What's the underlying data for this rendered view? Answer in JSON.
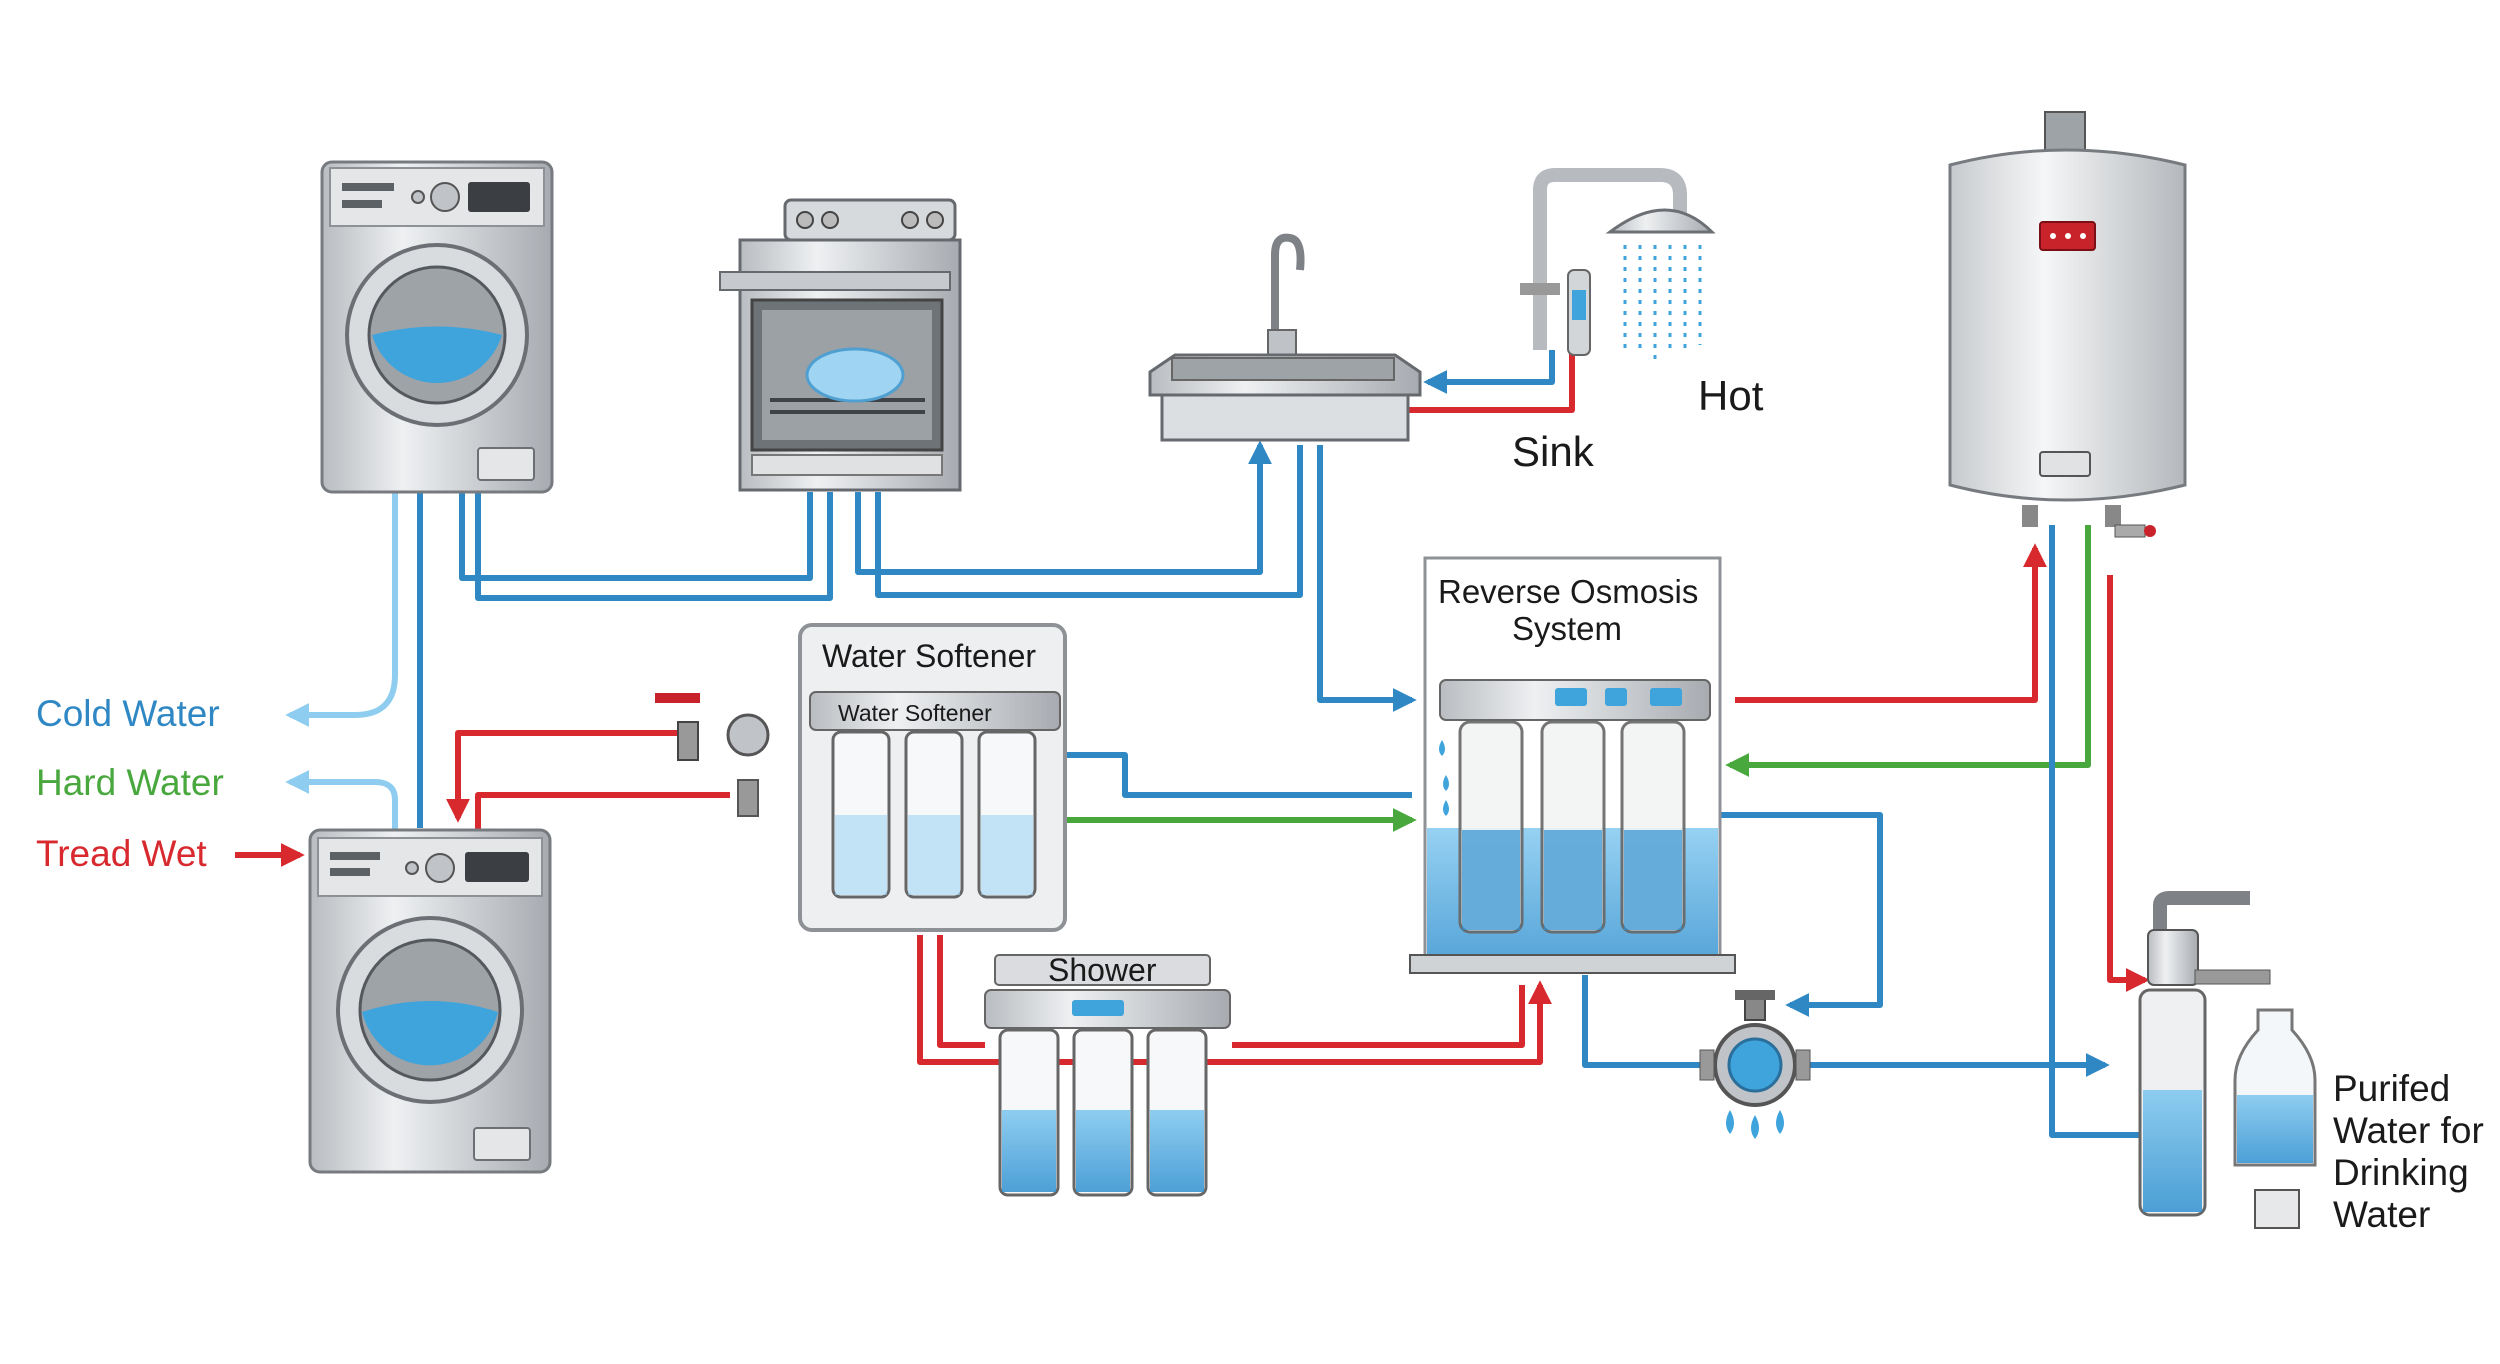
{
  "colors": {
    "cold": "#2f88c4",
    "light_blue": "#8fcdf0",
    "hot": "#d8292f",
    "hard": "#49a83d",
    "metal": "#d4d6d9",
    "metal_dark": "#8e9297",
    "water": "#3fa3dc",
    "text": "#1a1a1a"
  },
  "legend": {
    "cold_water": "Cold Water",
    "hard_water": "Hard Water",
    "tread_wet": "Tread Wet"
  },
  "labels": {
    "water_softener_box": "Water Softener",
    "water_softener_plate": "Water Softener",
    "shower": "Shower",
    "reverse_osmosis_line1": "Reverse Osmosis",
    "reverse_osmosis_line2": "System",
    "sink": "Sink",
    "hot": "Hot",
    "purified_line1": "Purifed",
    "purified_line2": "Water for",
    "purified_line3": "Drinking",
    "purified_line4": "Water"
  }
}
